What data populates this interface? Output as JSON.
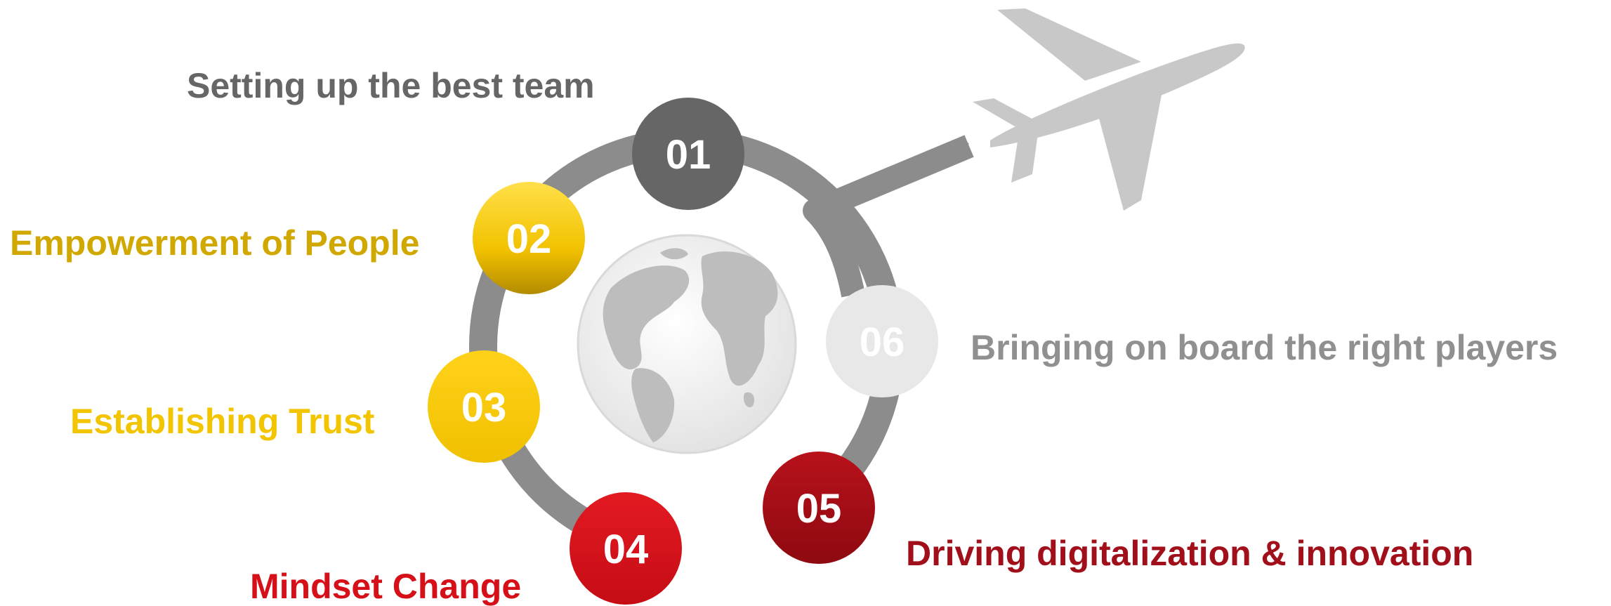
{
  "colors": {
    "ring": "#8c8c8c",
    "globe_fill": "#e9e9e9",
    "continents": "#bdbdbd",
    "plane": "#c8c8c8"
  },
  "steps": [
    {
      "number": "01",
      "label": "Setting up the best team",
      "color": "#666666",
      "text_color": "#666666"
    },
    {
      "number": "02",
      "label": "Empowerment of People",
      "color": "#f3c40f",
      "text_color": "#d1a800"
    },
    {
      "number": "03",
      "label": "Establishing Trust",
      "color": "#f7c800",
      "text_color": "#f2c500"
    },
    {
      "number": "04",
      "label": "Mindset Change",
      "color": "#d40f17",
      "text_color": "#d51018"
    },
    {
      "number": "05",
      "label": "Driving digitalization & innovation",
      "color": "#a60a12",
      "text_color": "#a1101a"
    },
    {
      "number": "06",
      "label": "Bringing on board the right players",
      "color": "#e8e8e8",
      "text_color": "#909090"
    }
  ],
  "icons": [
    "globe-icon",
    "airplane-icon"
  ]
}
